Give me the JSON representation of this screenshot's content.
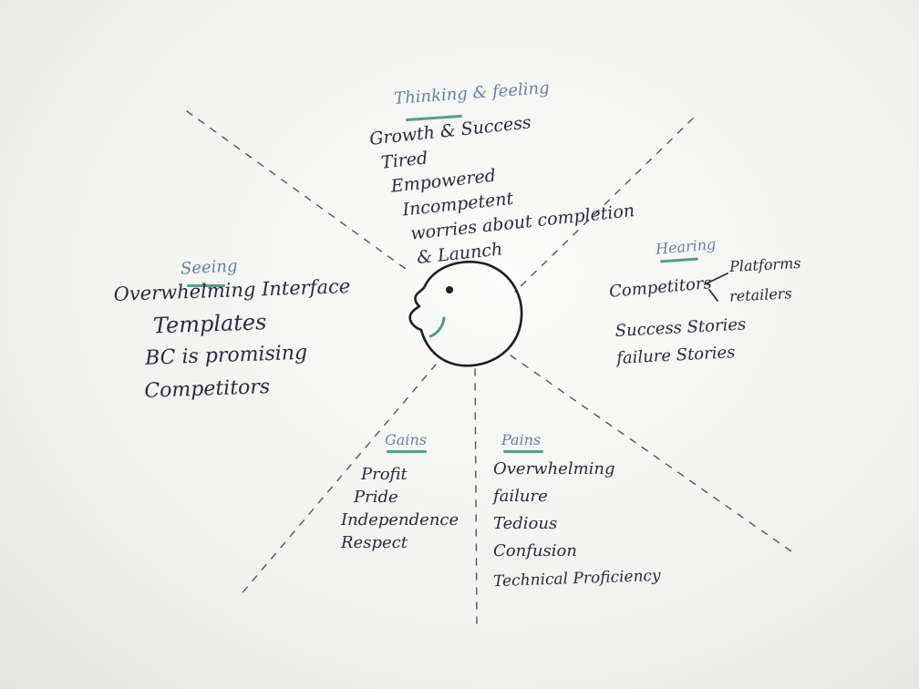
{
  "center": {
    "face_icon": "person-face-icon"
  },
  "thinking_feeling": {
    "heading": "Thinking & feeling",
    "items": [
      "Growth & Success",
      "Tired",
      "Empowered",
      "Incompetent",
      "worries about completion",
      "& Launch"
    ]
  },
  "seeing": {
    "heading": "Seeing",
    "items": [
      "Overwhelming Interface",
      "Templates",
      "BC is promising",
      "Competitors"
    ]
  },
  "hearing": {
    "heading": "Hearing",
    "competitors": "Competitors",
    "branch_1": "Platforms",
    "branch_2": "retailers",
    "items": [
      "Success Stories",
      "failure Stories"
    ]
  },
  "gains": {
    "heading": "Gains",
    "items": [
      "Profit",
      "Pride",
      "Independence",
      "Respect"
    ]
  },
  "pains": {
    "heading": "Pains",
    "items": [
      "Overwhelming",
      "failure",
      "Tedious",
      "Confusion",
      "Technical Proficiency"
    ]
  },
  "colors": {
    "ink": "#2b2b3a",
    "heading": "#6f7f98",
    "underline": "#5a9c8c",
    "board": "#f4f4f2"
  }
}
